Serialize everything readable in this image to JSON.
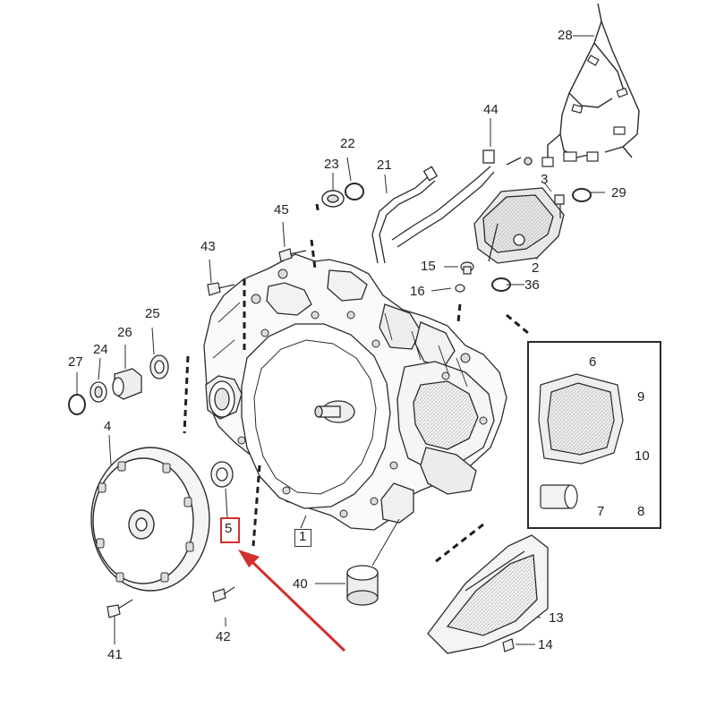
{
  "diagram": {
    "part_numbers": {
      "p1": "1",
      "p2": "2",
      "p3": "3",
      "p4": "4",
      "p5": "5",
      "p6": "6",
      "p7": "7",
      "p8": "8",
      "p9": "9",
      "p10": "10",
      "p13": "13",
      "p14": "14",
      "p15": "15",
      "p16": "16",
      "p21": "21",
      "p22": "22",
      "p23": "23",
      "p24": "24",
      "p25": "25",
      "p26": "26",
      "p27": "27",
      "p28": "28",
      "p29": "29",
      "p36": "36",
      "p40": "40",
      "p41": "41",
      "p42": "42",
      "p43": "43",
      "p44": "44",
      "p45": "45"
    },
    "highlighted_part": "5",
    "colors": {
      "line": "#2b2b2b",
      "shade": "#d9d9d9",
      "highlight": "#d32f2f",
      "background": "#ffffff"
    }
  }
}
